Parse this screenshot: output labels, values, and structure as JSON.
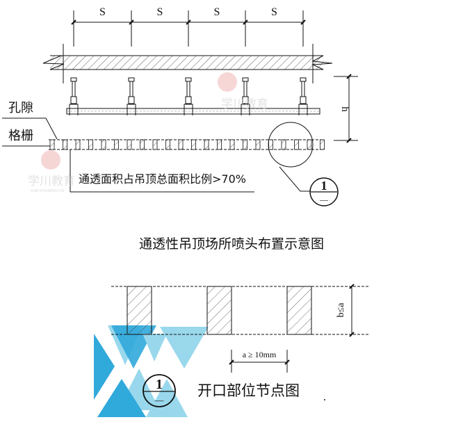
{
  "top_diagram": {
    "spacing_label": "S",
    "height_label": "h",
    "label_gap": "孔隙",
    "label_grille": "格栅",
    "note": "通透面积占吊顶总面积比例>70%",
    "detail_ref_top": "1",
    "detail_ref_bottom": "—"
  },
  "title": "通透性吊顶场所喷头布置示意图",
  "detail": {
    "b_label": "b≤a",
    "a_label": "a ≥ 10mm",
    "ref_top": "1",
    "ref_bottom": "—",
    "caption": "开口部位节点图"
  },
  "watermark": {
    "text": "学川教育",
    "subtext": "XUECHUANEDU.CN"
  },
  "colors": {
    "line": "#111111",
    "watermark_red": "#e8a0a0",
    "watermark_blue": "#1aa0d8",
    "watermark_blue_light": "#8fd4ea"
  }
}
